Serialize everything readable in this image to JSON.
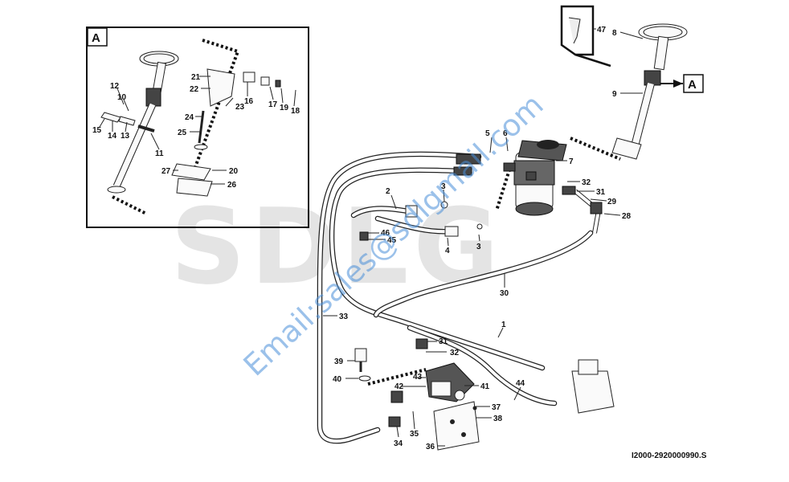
{
  "detail_label": "A",
  "callout_label": "A",
  "drawing_code": "I2000-2920000990.S",
  "watermark_text": "Email:sales@sdlgmail.com",
  "logo_text": "SDLG",
  "part_numbers": [
    "1",
    "2",
    "3",
    "4",
    "5",
    "6",
    "7",
    "8",
    "9",
    "10",
    "11",
    "12",
    "13",
    "14",
    "15",
    "16",
    "17",
    "18",
    "19",
    "20",
    "21",
    "22",
    "23",
    "24",
    "25",
    "26",
    "27",
    "28",
    "29",
    "30",
    "31",
    "32",
    "33",
    "34",
    "35",
    "36",
    "37",
    "38",
    "39",
    "40",
    "41",
    "42",
    "43",
    "44",
    "45",
    "46",
    "47"
  ],
  "labels": {
    "l12": "12",
    "l10": "10",
    "l15": "15",
    "l14": "14",
    "l13": "13",
    "l11": "11",
    "l21": "21",
    "l22": "22",
    "l23": "23",
    "l16": "16",
    "l17": "17",
    "l19": "19",
    "l18": "18",
    "l24": "24",
    "l25": "25",
    "l27": "27",
    "l20": "20",
    "l26": "26",
    "l47": "47",
    "l8": "8",
    "l9": "9",
    "l5": "5",
    "l6": "6",
    "l7": "7",
    "l2": "2",
    "l3a": "3",
    "l3b": "3",
    "l4": "4",
    "l46": "46",
    "l45": "45",
    "l32a": "32",
    "l31a": "31",
    "l29": "29",
    "l28": "28",
    "l30": "30",
    "l33": "33",
    "l1": "1",
    "l31b": "31",
    "l32b": "32",
    "l39": "39",
    "l40": "40",
    "l43": "43",
    "l42": "42",
    "l41": "41",
    "l44": "44",
    "l37": "37",
    "l38": "38",
    "l34": "34",
    "l35": "35",
    "l36": "36"
  }
}
